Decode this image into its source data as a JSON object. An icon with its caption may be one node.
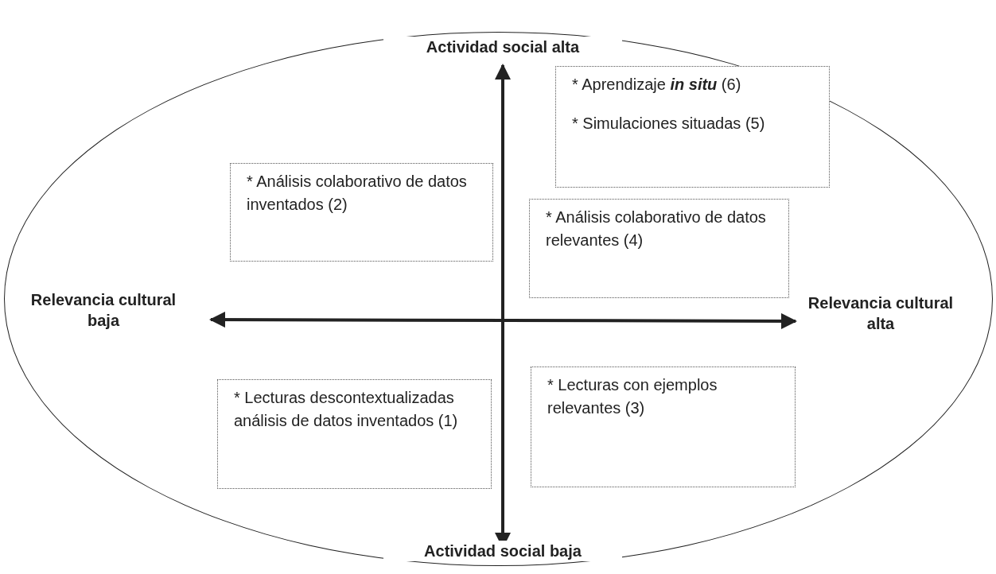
{
  "diagram": {
    "nodes": [
      {
        "text": [],
        "shape": "ellipse"
      },
      {
        "text": [
          "* Aprendizaje **in situ** (6)",
          "* Simulaciones situadas (5)"
        ],
        "in": 0
      },
      {
        "text": [
          "* Análisis colaborativo de datos inventados (2)"
        ],
        "in": 0
      },
      {
        "text": [
          "* Análisis colaborativo de datos relevantes (4)"
        ],
        "in": 0
      },
      {
        "text": [
          "* Lecturas descontextualizadas análisis de datos inventados (1)"
        ],
        "in": 0
      },
      {
        "text": [
          "* Lecturas con ejemplos relevantes (3)"
        ],
        "in": 0
      }
    ],
    "labels": [
      "Actividad social alta",
      "Relevancia cultural baja",
      "Relevancia cultural alta",
      "Actividad social baja"
    ]
  }
}
